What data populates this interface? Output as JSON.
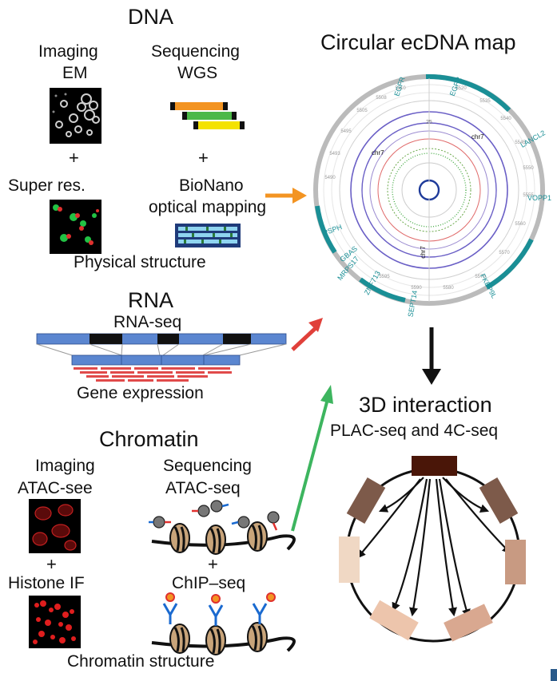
{
  "dna": {
    "title": "DNA",
    "imaging_label": "Imaging",
    "imaging_method": "EM",
    "sequencing_label": "Sequencing",
    "sequencing_method": "WGS",
    "plus": "+",
    "super_res": "Super res.",
    "bionano_line1": "BioNano",
    "bionano_line2": "optical mapping",
    "footer": "Physical structure"
  },
  "rna": {
    "title": "RNA",
    "method": "RNA-seq",
    "footer": "Gene expression"
  },
  "chromatin": {
    "title": "Chromatin",
    "imaging_label": "Imaging",
    "imaging_method": "ATAC-see",
    "sequencing_label": "Sequencing",
    "sequencing_method": "ATAC-seq",
    "plus": "+",
    "histone": "Histone IF",
    "chip": "ChIP–seq",
    "footer": "Chromatin structure"
  },
  "ecdna": {
    "title": "Circular ecDNA map",
    "genes": [
      "EGFR",
      "EGFR",
      "LANCL2",
      "VOPP1",
      "FKBP9L",
      "SEPT14",
      "ZNF713",
      "MRPS17",
      "GBAS",
      "PSPH"
    ],
    "chrom_labels": [
      "chr7",
      "chr7",
      "chr7"
    ],
    "center_label": "25"
  },
  "interaction": {
    "title": "3D interaction",
    "subtitle": "PLAC-seq and 4C-seq"
  },
  "colors": {
    "orange_arrow": "#f39422",
    "red_arrow": "#e0403a",
    "green_arrow": "#3db55f",
    "gene_teal": "#1a8f96",
    "exon_blue": "#5b86d0",
    "anchor": "#4a1608"
  }
}
